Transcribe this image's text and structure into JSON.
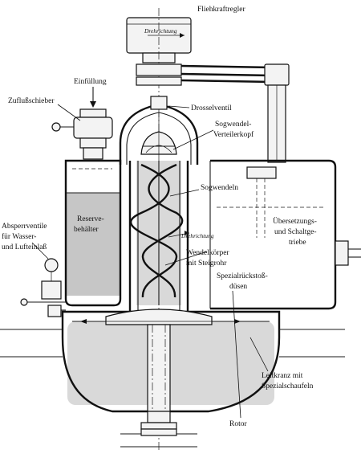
{
  "labels": {
    "fliehkraftregler": "Fliehkraftregler",
    "drehrichtung_top": "Drehrichtung",
    "einfuellung": "Einfüllung",
    "zuflussschieber": "Zuflußschieber",
    "drosselventil": "Drosselventil",
    "sogwendel_verteilerkopf_1": "Sogwendel-",
    "sogwendel_verteilerkopf_2": "Verteilerkopf",
    "sogwendeln": "Sogwendeln",
    "reservebehaelter_1": "Reserve-",
    "reservebehaelter_2": "behälter",
    "uebersetzungs_1": "Übersetzungs-",
    "uebersetzungs_2": "und Schaltge-",
    "uebersetzungs_3": "triebe",
    "absperrventile_1": "Absperrventile",
    "absperrventile_2": "für Wasser-",
    "absperrventile_3": "und Lufteinlaß",
    "drehrichtung_mid": "Drehrichtung",
    "wendelkoerper_1": "Wendelkörper",
    "wendelkoerper_2": "mit Steigrohr",
    "spezialrueckstoss_1": "Spezialrückstoß-",
    "spezialrueckstoss_2": "düsen",
    "leitkranz_1": "Leitkranz mit",
    "leitkranz_2": "Spezialschaufeln",
    "rotor": "Rotor"
  },
  "colors": {
    "ink": "#111111",
    "water": "#d9d9d9",
    "paper": "#ffffff"
  }
}
